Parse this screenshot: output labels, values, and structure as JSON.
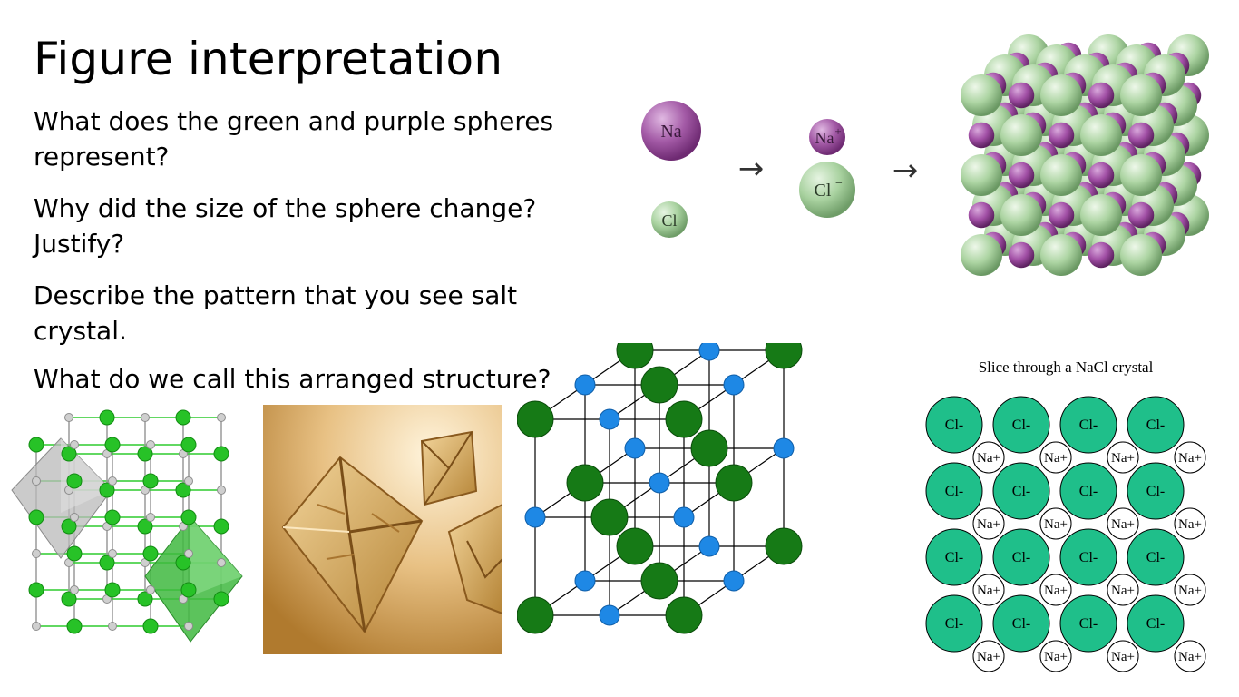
{
  "slide": {
    "title": "Figure interpretation",
    "questions": [
      "What does the green and purple spheres represent?",
      "Why did the size of the sphere change? Justify?",
      "Describe the pattern that you see salt crystal.",
      "What do we call this arranged structure?"
    ]
  },
  "ion_formation": {
    "na_atom_label": "Na",
    "cl_atom_label": "Cl",
    "na_ion_label": "Na",
    "na_ion_charge": "+",
    "cl_ion_label": "Cl",
    "cl_ion_charge": "−",
    "arrow_glyph": "→"
  },
  "slice_diagram": {
    "title": "Slice through a NaCl crystal",
    "anion_label": "Cl-",
    "cation_label": "Na+"
  },
  "colors": {
    "sodium_purple": "#9b4a9e",
    "chloride_green": "#a9d2a0",
    "lattice_green": "#147a14",
    "lattice_blue": "#1e88e5",
    "slice_green": "#1fbf8a",
    "crystal_gold": "#d8a85a"
  }
}
